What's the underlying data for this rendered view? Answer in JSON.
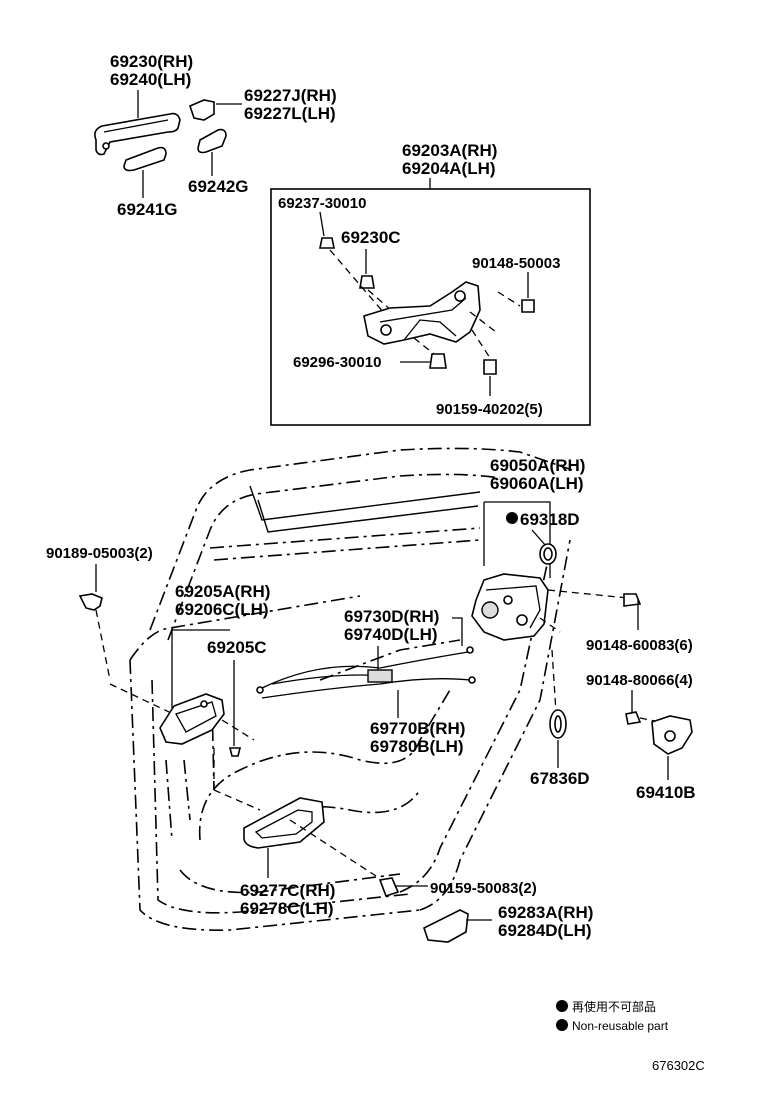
{
  "labels": {
    "outer_handle": [
      "69230(RH)",
      "69240(LH)"
    ],
    "handle_cap": [
      "69227J(RH)",
      "69227L(LH)"
    ],
    "pad_1": "69241G",
    "pad_2": "69242G",
    "frame_assy": [
      "69203A(RH)",
      "69204A(LH)"
    ],
    "frame_screw": "69237-30010",
    "frame_piece": "69230C",
    "frame_bolt_1": "90148-50003",
    "frame_nut": "69296-30010",
    "frame_bolt_2": "90159-40202(5)",
    "lock_assy": [
      "69050A(RH)",
      "69060A(LH)"
    ],
    "lock_seal": "69318D",
    "clip": "90189-05003(2)",
    "inner_handle": [
      "69205A(RH)",
      "69206C(LH)"
    ],
    "inner_handle_part": "69205C",
    "cable_1": [
      "69730D(RH)",
      "69740D(LH)"
    ],
    "cable_2": [
      "69770B(RH)",
      "69780B(LH)"
    ],
    "lock_bolt": "90148-60083(6)",
    "striker_bolt": "90148-80066(4)",
    "grommet": "67836D",
    "striker": "69410B",
    "bezel": [
      "69277C(RH)",
      "69278C(LH)"
    ],
    "bezel_screw": "90159-50083(2)",
    "cover": [
      "69283A(RH)",
      "69284D(LH)"
    ]
  },
  "legend": {
    "jp": "再使用不可部品",
    "en": "Non-reusable part"
  },
  "diagram_code": "676302C"
}
